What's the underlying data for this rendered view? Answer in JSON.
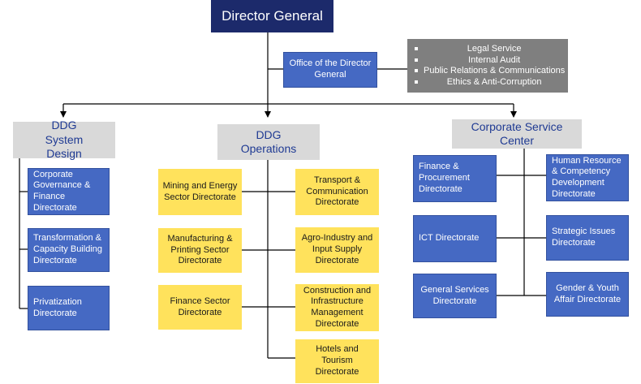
{
  "director_general": "Director General",
  "office": {
    "title": "Office of the Director General",
    "services": [
      "Legal Service",
      "Internal Audit",
      "Public Relations & Communications",
      "Ethics & Anti-Corruption"
    ]
  },
  "system_design": {
    "title": "DDG System Design",
    "items": [
      "Corporate Governance & Finance Directorate",
      "Transformation & Capacity Building Directorate",
      "Privatization Directorate"
    ]
  },
  "operations": {
    "title": "DDG Operations",
    "left_items": [
      "Mining and Energy Sector Directorate",
      "Manufacturing & Printing Sector Directorate",
      "Finance Sector Directorate"
    ],
    "right_items": [
      "Transport & Communication Directorate",
      "Agro-Industry and Input Supply Directorate",
      "Construction and Infrastructure Management Directorate",
      "Hotels and Tourism Directorate"
    ]
  },
  "corporate": {
    "title": "Corporate Service Center",
    "left_items": [
      "Finance & Procurement Directorate",
      "ICT Directorate",
      "General Services Directorate"
    ],
    "right_items": [
      "Human Resource & Competency Development Directorate",
      "Strategic Issues Directorate",
      "Gender & Youth Affair Directorate"
    ]
  },
  "colors": {
    "navy": "#1c2a6b",
    "blue": "#4569c3",
    "yellow": "#ffe25c",
    "gray": "#d9d9d9",
    "dark_gray": "#7f7f7f"
  }
}
